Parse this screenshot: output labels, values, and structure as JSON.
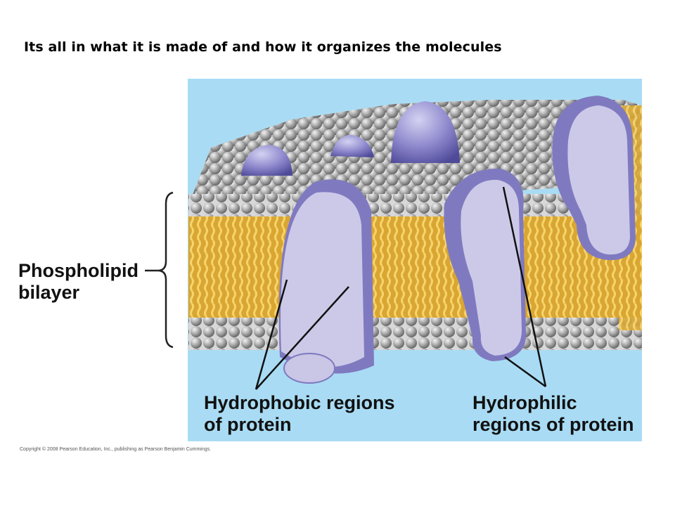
{
  "title": "Its all in what it is made of and how it organizes the molecules",
  "figure": {
    "labels": {
      "phospholipid_line1": "Phospholipid",
      "phospholipid_line2": "bilayer",
      "hydrophobic_line1": "Hydrophobic regions",
      "hydrophobic_line2": "of protein",
      "hydrophilic_line1": "Hydrophilic",
      "hydrophilic_line2": "regions of protein"
    },
    "copyright": "Copyright © 2008 Pearson Education, Inc., publishing as Pearson Benjamin Cummings."
  },
  "colors": {
    "background_water": "#a9dcf4",
    "phospholipid_head": "#9a9a9a",
    "phospholipid_tail": "#f0c050",
    "protein_outer": "#7f7ac0",
    "protein_inner": "#c9c6e6"
  }
}
